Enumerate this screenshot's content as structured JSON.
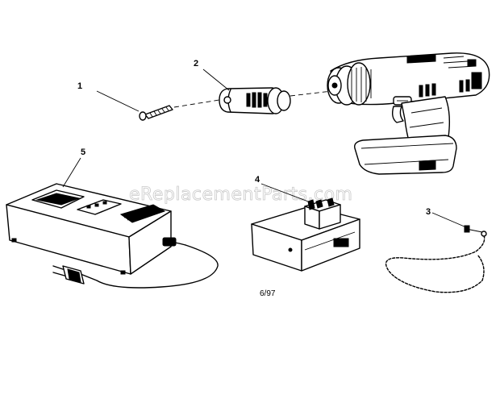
{
  "diagram": {
    "callouts": [
      {
        "id": "1",
        "label": "1"
      },
      {
        "id": "2",
        "label": "2"
      },
      {
        "id": "3",
        "label": "3"
      },
      {
        "id": "4",
        "label": "4"
      },
      {
        "id": "5",
        "label": "5"
      }
    ],
    "watermark": "eReplacementParts.com",
    "revision_date": "6/97"
  }
}
